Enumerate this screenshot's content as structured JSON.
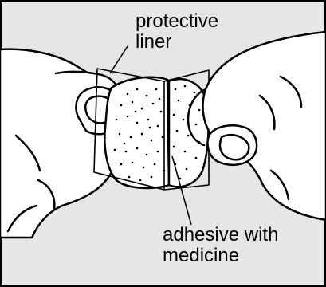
{
  "labels": {
    "protective_liner_line1": "protective",
    "protective_liner_line2": "liner",
    "adhesive_line1": "adhesive with",
    "adhesive_line2": "medicine"
  },
  "colors": {
    "background": "#e6e6e6",
    "outline": "#000000",
    "skin": "#ffffff",
    "patch_fill": "#ffffff",
    "speckle": "#000000"
  }
}
